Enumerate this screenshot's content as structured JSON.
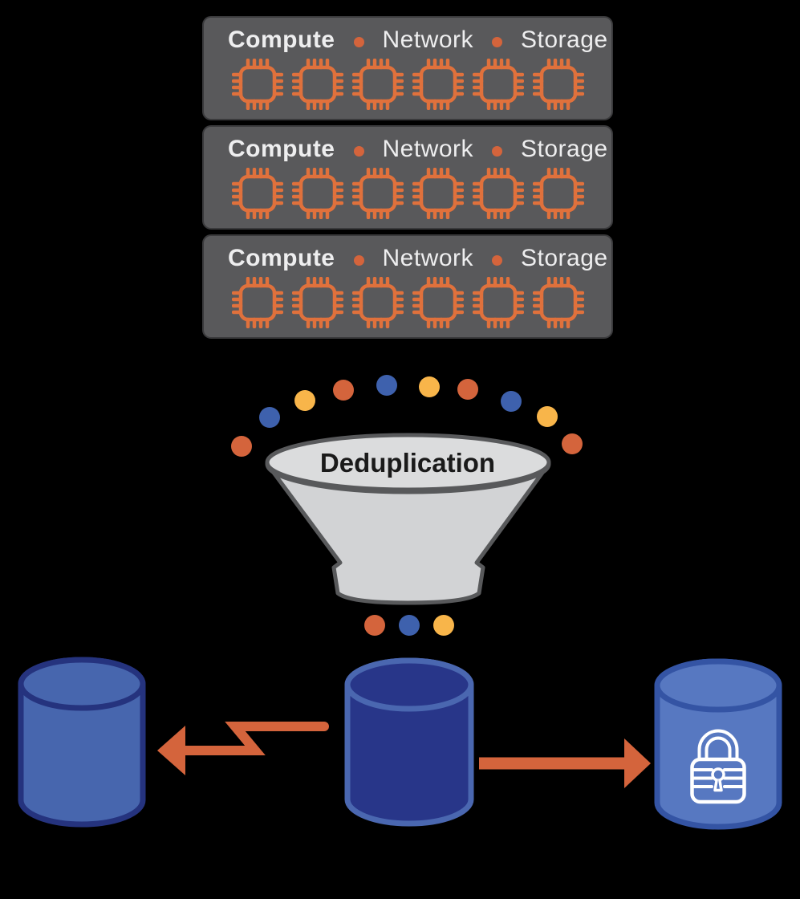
{
  "colors": {
    "background": "#000000",
    "server_box_bg": "#59595B",
    "server_box_border": "#3A3A3C",
    "label_white": "#EEEEEF",
    "chip_orange": "#E0713C",
    "orange": "#D4643C",
    "blue": "#3E61AD",
    "yellow": "#F8B54A",
    "funnel_fill": "#D2D3D5",
    "funnel_rim_fill": "#DBDCDD",
    "funnel_stroke": "#58595B",
    "funnel_text": "#1A1A1A",
    "cyl_left_fill": "#4766AE",
    "cyl_left_stroke": "#25337E",
    "cyl_center_fill": "#283689",
    "cyl_center_stroke": "#4A67B0",
    "cyl_right_fill": "#5778C1",
    "cyl_right_stroke": "#3454A4",
    "lock_white": "#FFFFFF"
  },
  "servers": [
    {
      "labels": [
        "Compute",
        "Network",
        "Storage"
      ],
      "chip_count": 6
    },
    {
      "labels": [
        "Compute",
        "Network",
        "Storage"
      ],
      "chip_count": 6
    },
    {
      "labels": [
        "Compute",
        "Network",
        "Storage"
      ],
      "chip_count": 6
    }
  ],
  "funnel": {
    "label": "Deduplication"
  },
  "streams": {
    "inflow_dots": [
      "#D4643C",
      "#3E61AD",
      "#F8B54A",
      "#D4643C",
      "#3E61AD",
      "#F8B54A",
      "#D4643C",
      "#3E61AD",
      "#F8B54A",
      "#D4643C"
    ],
    "outflow_dots": [
      "#D4643C",
      "#3E61AD",
      "#F8B54A"
    ]
  }
}
